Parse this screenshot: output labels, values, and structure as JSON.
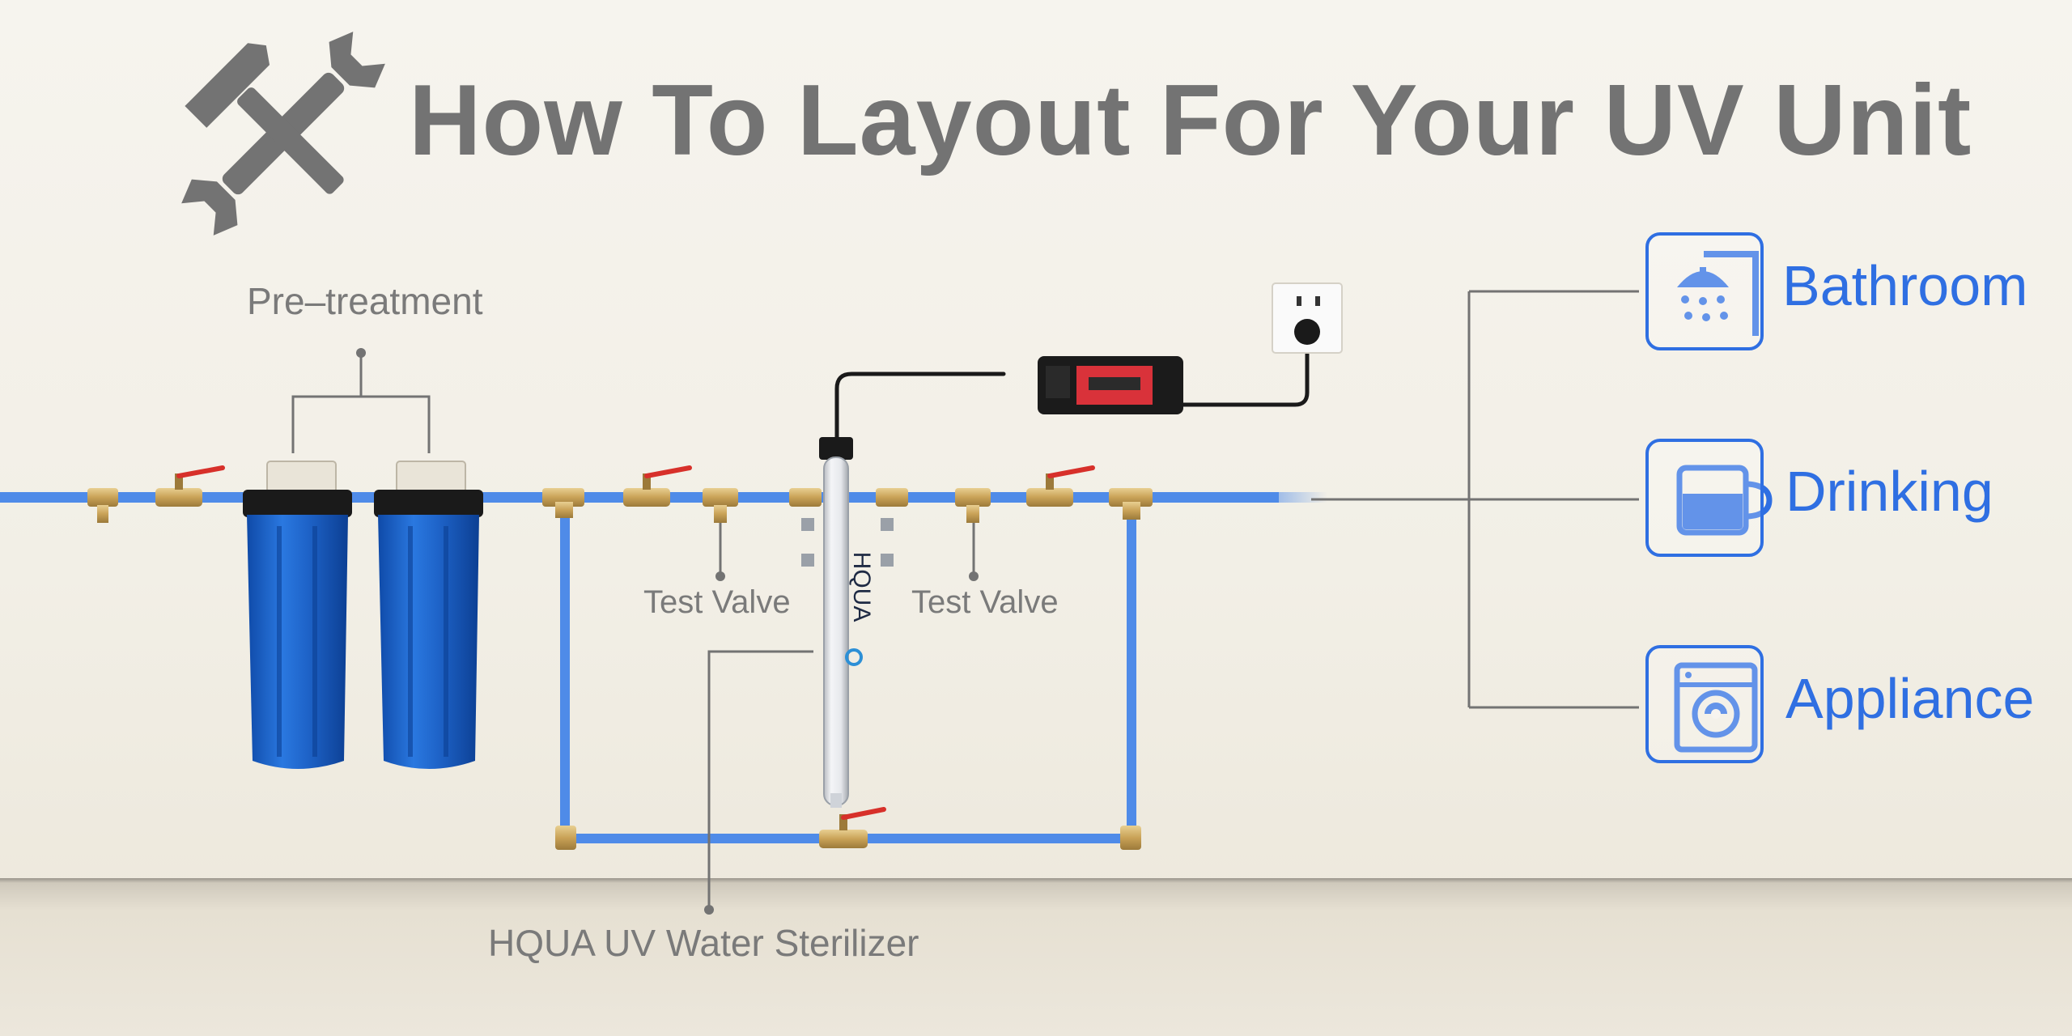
{
  "title": "How To Layout For Your UV Unit",
  "labels": {
    "pretreatment": "Pre–treatment",
    "test_valve_left": "Test Valve",
    "test_valve_right": "Test Valve",
    "sterilizer": "HQUA UV Water Sterilizer",
    "unit_brand": "HQUA"
  },
  "outlets": [
    {
      "label": "Bathroom",
      "icon": "shower-icon"
    },
    {
      "label": "Drinking",
      "icon": "cup-icon"
    },
    {
      "label": "Appliance",
      "icon": "washing-machine-icon"
    }
  ],
  "colors": {
    "pipe": "#4f8be8",
    "accent": "#2f6fe2",
    "filter": "#1f63c9",
    "text": "#737373"
  },
  "icons": [
    "tools-icon",
    "shower-icon",
    "cup-icon",
    "washing-machine-icon",
    "wall-outlet-icon",
    "ballast-icon"
  ]
}
